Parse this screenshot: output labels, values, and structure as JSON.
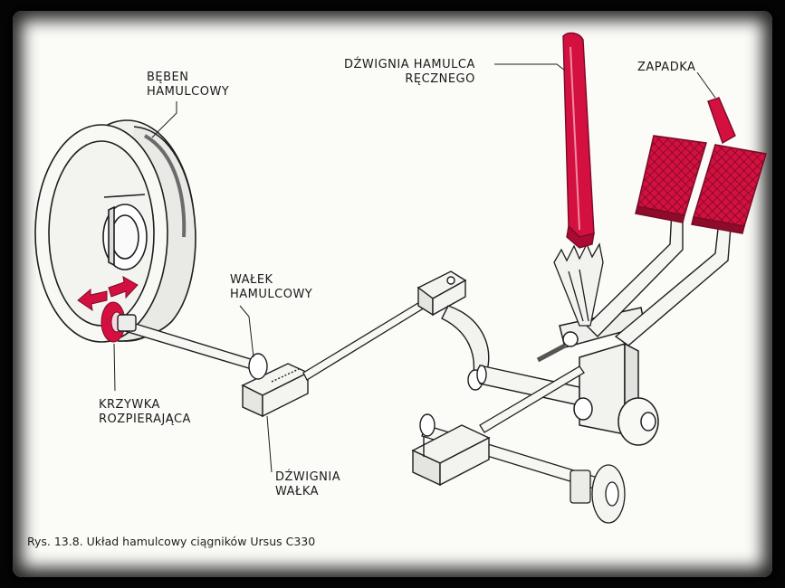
{
  "labels": {
    "drum": [
      "BĘBEN",
      "HAMULCOWY"
    ],
    "handbrake_lever": [
      "DŹWIGNIA HAMULCA",
      "RĘCZNEGO"
    ],
    "pawl": "ZAPADKA",
    "brake_shaft": [
      "WAŁEK",
      "HAMULCOWY"
    ],
    "expanding_cam": [
      "KRZYWKA",
      "ROZPIERAJĄCA"
    ],
    "shaft_lever": [
      "DŹWIGNIA",
      "WAŁKA"
    ]
  },
  "caption": "Rys. 13.8. Układ hamulcowy ciągników Ursus C330",
  "colors": {
    "accent": "#d3103f",
    "ink": "#1e1e1e",
    "paper": "#fbfbf8",
    "frame": "#050505"
  }
}
